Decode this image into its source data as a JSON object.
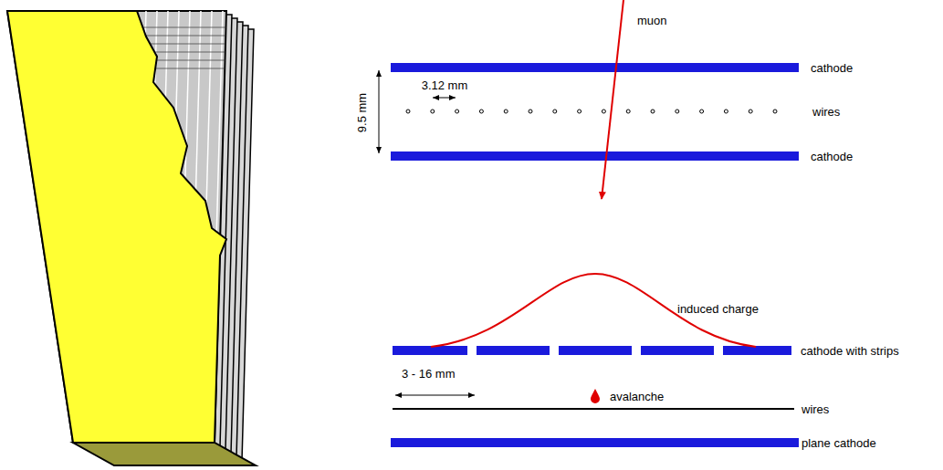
{
  "diagram": {
    "labels": [
      "muon",
      "cathode",
      "3.12 mm",
      "9.5 mm",
      "wires",
      "cathode",
      "induced charge",
      "cathode with strips",
      "3 - 16 mm",
      "avalanche",
      "wires",
      "plane cathode"
    ]
  }
}
